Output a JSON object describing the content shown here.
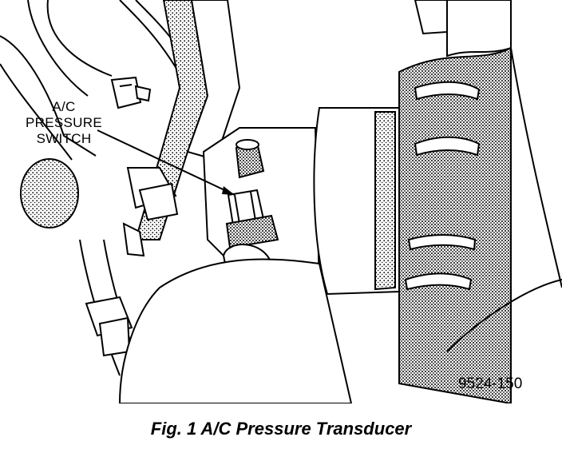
{
  "figure": {
    "callout_lines": [
      "A/C",
      "PRESSURE",
      "SWITCH"
    ],
    "figure_id": "9524-150",
    "caption": "Fig. 1 A/C Pressure Transducer"
  }
}
